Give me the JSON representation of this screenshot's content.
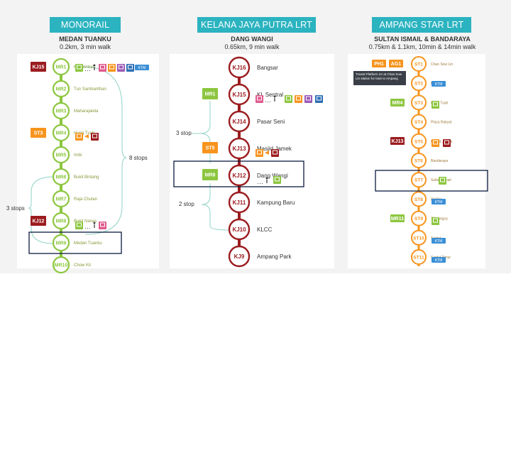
{
  "monorail": {
    "title": "MONORAIL LINE",
    "destination": "MEDAN TUANKU",
    "distance": "0.2km, 3 min walk",
    "color": "#8cc63f",
    "stations": [
      {
        "code": "MR1",
        "name": "KL Sentral"
      },
      {
        "code": "MR2",
        "name": "Tun Sambanthan"
      },
      {
        "code": "MR3",
        "name": "Maharajalela"
      },
      {
        "code": "MR4",
        "name": "Hang Tuah"
      },
      {
        "code": "MR5",
        "name": "Imbi"
      },
      {
        "code": "MR6",
        "name": "Bukit Bintang"
      },
      {
        "code": "MR7",
        "name": "Raja Chulan"
      },
      {
        "code": "MR8",
        "name": "Bukit Nanas"
      },
      {
        "code": "MR9",
        "name": "Medan Tuanku"
      },
      {
        "code": "MR10",
        "name": "Chow Kit"
      }
    ],
    "interchanges": [
      {
        "station": 0,
        "code": "KJ15",
        "color": "#9b1c1f"
      },
      {
        "station": 3,
        "code": "ST3",
        "color": "#f7941d"
      },
      {
        "station": 7,
        "code": "KJ12",
        "color": "#9b1c1f"
      }
    ],
    "brace_right": "8 stops",
    "brace_left": "3 stops"
  },
  "kelana": {
    "title": "KELANA JAYA PUTRA LRT LINE",
    "destination": "DANG WANGI",
    "distance": "0.65km, 9 min walk",
    "color": "#9b1c1f",
    "stations": [
      {
        "code": "KJ16",
        "name": "Bangsar"
      },
      {
        "code": "KJ15",
        "name": "KL Sentral"
      },
      {
        "code": "KJ14",
        "name": "Pasar Seni"
      },
      {
        "code": "KJ13",
        "name": "Masjid Jamek"
      },
      {
        "code": "KJ12",
        "name": "Dang Wangi"
      },
      {
        "code": "KJ11",
        "name": "Kampung Baru"
      },
      {
        "code": "KJ10",
        "name": "KLCC"
      },
      {
        "code": "KJ9",
        "name": "Ampang Park"
      }
    ],
    "interchanges": [
      {
        "station": 1,
        "code": "MR1",
        "color": "#8cc63f"
      },
      {
        "station": 3,
        "code": "ST5",
        "color": "#f7941d"
      },
      {
        "station": 4,
        "code": "MR8",
        "color": "#8cc63f"
      }
    ],
    "brace_top": "3 stop",
    "brace_bottom": "2 stop"
  },
  "ampang": {
    "title": "AMPANG STAR LRT LINE",
    "destination": "SULTAN ISMAIL & BANDARAYA",
    "distance": "0.75km & 1.1km, 10min & 14min walk",
    "color": "#f7941d",
    "stations": [
      {
        "code": "ST1",
        "name": "Chan Sow Lin"
      },
      {
        "code": "ST2",
        "name": "Pudu"
      },
      {
        "code": "ST3",
        "name": "Hang Tuah"
      },
      {
        "code": "ST4",
        "name": "Plaza Rakyat"
      },
      {
        "code": "ST5",
        "name": "Masjid Jamek"
      },
      {
        "code": "ST6",
        "name": "Bandaraya"
      },
      {
        "code": "ST7",
        "name": "Sultan Ismail"
      },
      {
        "code": "ST8",
        "name": "PWTC"
      },
      {
        "code": "ST9",
        "name": "Titiwangsa"
      },
      {
        "code": "ST10",
        "name": "Sentul"
      },
      {
        "code": "ST11",
        "name": "Sentul Timur"
      }
    ],
    "interchanges": [
      {
        "station": 0,
        "code": "PH1",
        "color": "#f7941d"
      },
      {
        "station": 0,
        "code": "AG1",
        "color": "#f7941d"
      },
      {
        "station": 2,
        "code": "MR4",
        "color": "#8cc63f"
      },
      {
        "station": 4,
        "code": "KJ13",
        "color": "#9b1c1f"
      },
      {
        "station": 8,
        "code": "MR11",
        "color": "#8cc63f"
      }
    ],
    "note": "Transit Platform 2A at Chan Sow Lin station for train to Ampang"
  },
  "icons": {
    "train": "train-icon",
    "walk": "walking-person-icon",
    "bus": "bus-icon",
    "ktm": "ktm-badge"
  },
  "accents": {
    "title_bar": "#2bb3c0",
    "highlight_box": "#0b1a40"
  }
}
